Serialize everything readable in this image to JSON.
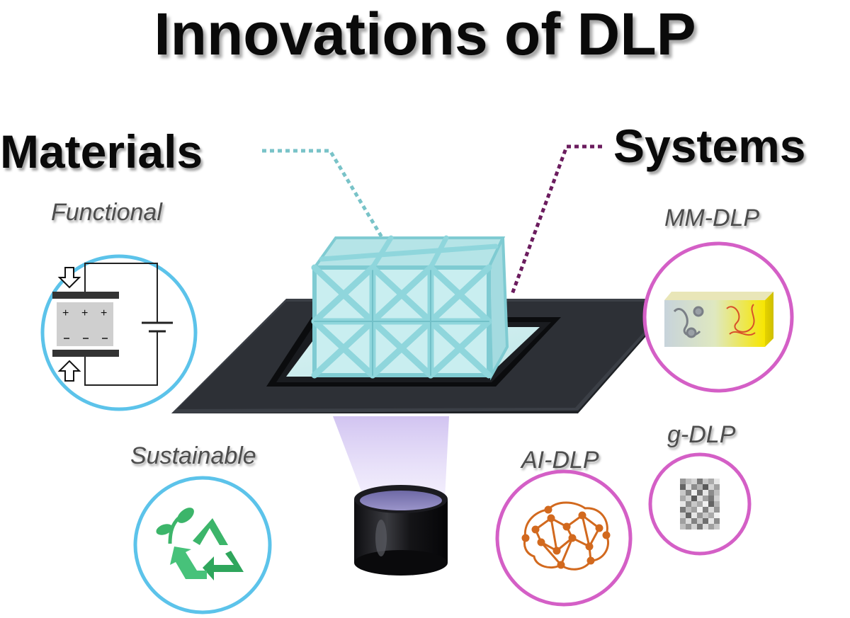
{
  "title": "Innovations of DLP",
  "materials": {
    "heading": "Materials",
    "items": [
      {
        "label": "Functional"
      },
      {
        "label": "Sustainable"
      }
    ]
  },
  "systems": {
    "heading": "Systems",
    "items": [
      {
        "label": "MM-DLP"
      },
      {
        "label": "AI-DLP"
      },
      {
        "label": "g-DLP"
      }
    ]
  },
  "colors": {
    "materials_accent": "#5cc3ea",
    "materials_connector": "#79c3c8",
    "systems_accent": "#d45fc6",
    "systems_connector": "#6b1c5e",
    "lattice": "#8fd6dc",
    "platform": "#2b2e33",
    "light_beam": "#b9a7e6",
    "recycle_green": "#3cb56a",
    "ai_network": "#d2691e"
  },
  "icons": {
    "functional": "capacitor-circuit-icon",
    "sustainable": "recycle-sprout-icon",
    "mm_dlp": "multimaterial-block-icon",
    "ai_dlp": "brain-network-icon",
    "g_dlp": "grayscale-pixel-icon"
  }
}
